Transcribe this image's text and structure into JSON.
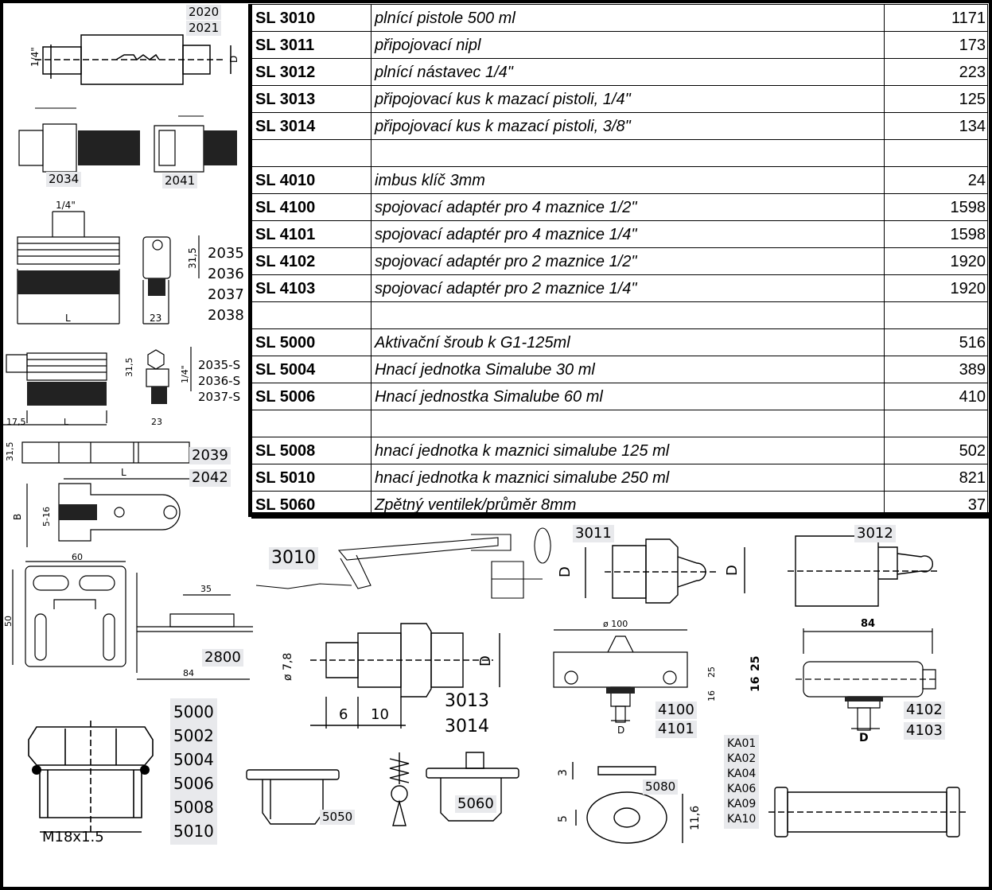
{
  "price_rows": [
    {
      "code": "SL 3010",
      "description": "plnící pistole 500 ml",
      "price": "1171"
    },
    {
      "code": "SL 3011",
      "description": "připojovací nipl",
      "price": "173"
    },
    {
      "code": "SL 3012",
      "description": "plnící nástavec 1/4\"",
      "price": "223"
    },
    {
      "code": "SL 3013",
      "description": "připojovací kus k mazací pistoli, 1/4\"",
      "price": "125"
    },
    {
      "code": "SL 3014",
      "description": "připojovací kus k mazací pistoli, 3/8\"",
      "price": "134"
    },
    {
      "code": "",
      "description": "",
      "price": ""
    },
    {
      "code": "SL 4010",
      "description": "imbus klíč 3mm",
      "price": "24"
    },
    {
      "code": "SL 4100",
      "description": "spojovací adaptér pro 4 maznice 1/2\"",
      "price": "1598"
    },
    {
      "code": "SL 4101",
      "description": "spojovací adaptér pro 4 maznice 1/4\"",
      "price": "1598"
    },
    {
      "code": "SL 4102",
      "description": "spojovací adaptér pro 2 maznice 1/2\"",
      "price": "1920"
    },
    {
      "code": "SL 4103",
      "description": "spojovací adaptér pro 2 maznice 1/4\"",
      "price": "1920"
    },
    {
      "code": "",
      "description": "",
      "price": ""
    },
    {
      "code": "SL 5000",
      "description": "Aktivační šroub k G1-125ml",
      "price": "516"
    },
    {
      "code": "SL 5004",
      "description": "Hnací jednotka Simalube 30 ml",
      "price": "389"
    },
    {
      "code": "SL 5006",
      "description": "Hnací jednostka Simalube 60 ml",
      "price": "410"
    },
    {
      "code": "",
      "description": "",
      "price": ""
    },
    {
      "code": "SL 5008",
      "description": "hnací jednotka k maznici simalube 125 ml",
      "price": "502"
    },
    {
      "code": "SL 5010",
      "description": "hnací jednotka k maznici simalube 250 ml",
      "price": "821"
    },
    {
      "code": "SL 5060",
      "description": "Zpětný ventilek/průměr 8mm",
      "price": "37"
    }
  ],
  "labels": {
    "l2020": "2020",
    "l2021": "2021",
    "l2034": "2034",
    "l2041": "2041",
    "quarter_inch": "1/4\"",
    "l2035": "2035",
    "l2036": "2036",
    "l2037": "2037",
    "l2038": "2038",
    "dim_315": "31,5",
    "dim_23": "23",
    "dim_L": "L",
    "l2035s": "2035-S",
    "l2036s": "2036-S",
    "l2037s": "2037-S",
    "dim_175": "17,5",
    "l2039": "2039",
    "l2042": "2042",
    "dim_B": "B",
    "dim_516": "5-16",
    "dim_60": "60",
    "dim_50": "50",
    "dim_35": "35",
    "dim_84": "84",
    "l2800": "2800",
    "l3010": "3010",
    "l3011": "3011",
    "l3012": "3012",
    "dim_D": "D",
    "dim_o78": "ø 7,8",
    "dim_6": "6",
    "dim_10": "10",
    "l3013": "3013",
    "l3014": "3014",
    "dim_o100": "ø 100",
    "dim_25": "25",
    "dim_16": "16",
    "l4100": "4100",
    "l4101": "4101",
    "dim_84b": "84",
    "l4102": "4102",
    "l4103": "4103",
    "stack_5000": [
      "5000",
      "5002",
      "5004",
      "5006",
      "5008",
      "5010"
    ],
    "dim_m18": "M18x1.5",
    "l5050": "5050",
    "l5060": "5060",
    "l5080": "5080",
    "dim_3": "3",
    "dim_5": "5",
    "dim_116": "11,6",
    "stack_ka": [
      "KA01",
      "KA02",
      "KA04",
      "KA06",
      "KA09",
      "KA10"
    ]
  }
}
